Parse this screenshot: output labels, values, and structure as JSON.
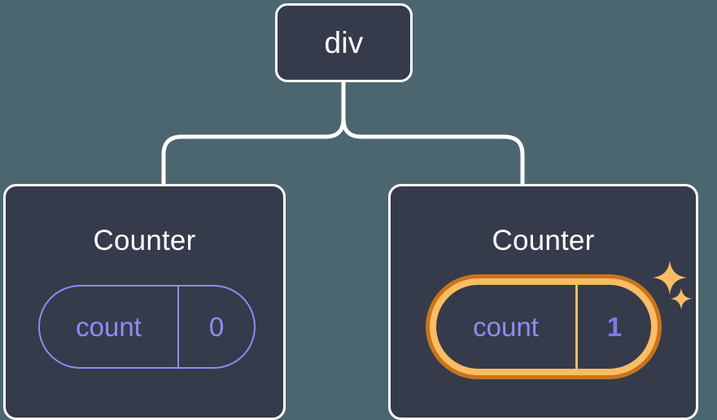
{
  "diagram": {
    "type": "component-tree",
    "title": "React component tree with counter state",
    "background_color": "#4c6670",
    "node_fill": "#353b4a",
    "node_stroke": "#ffffff",
    "accent_color": "#8c8cf5",
    "highlight_outer_color": "#c9741a",
    "highlight_inner_color": "#fabc64",
    "highlight_value_color": "#7b7bf0"
  },
  "root": {
    "label": "div"
  },
  "children": [
    {
      "id": "counter-left",
      "title": "Counter",
      "state": {
        "key": "count",
        "value": "0"
      },
      "highlighted": false,
      "sparkles": 0
    },
    {
      "id": "counter-right",
      "title": "Counter",
      "state": {
        "key": "count",
        "value": "1"
      },
      "highlighted": true,
      "sparkles": 2
    }
  ],
  "icons": {
    "sparkle_large": "sparkle-icon",
    "sparkle_small": "sparkle-icon"
  }
}
